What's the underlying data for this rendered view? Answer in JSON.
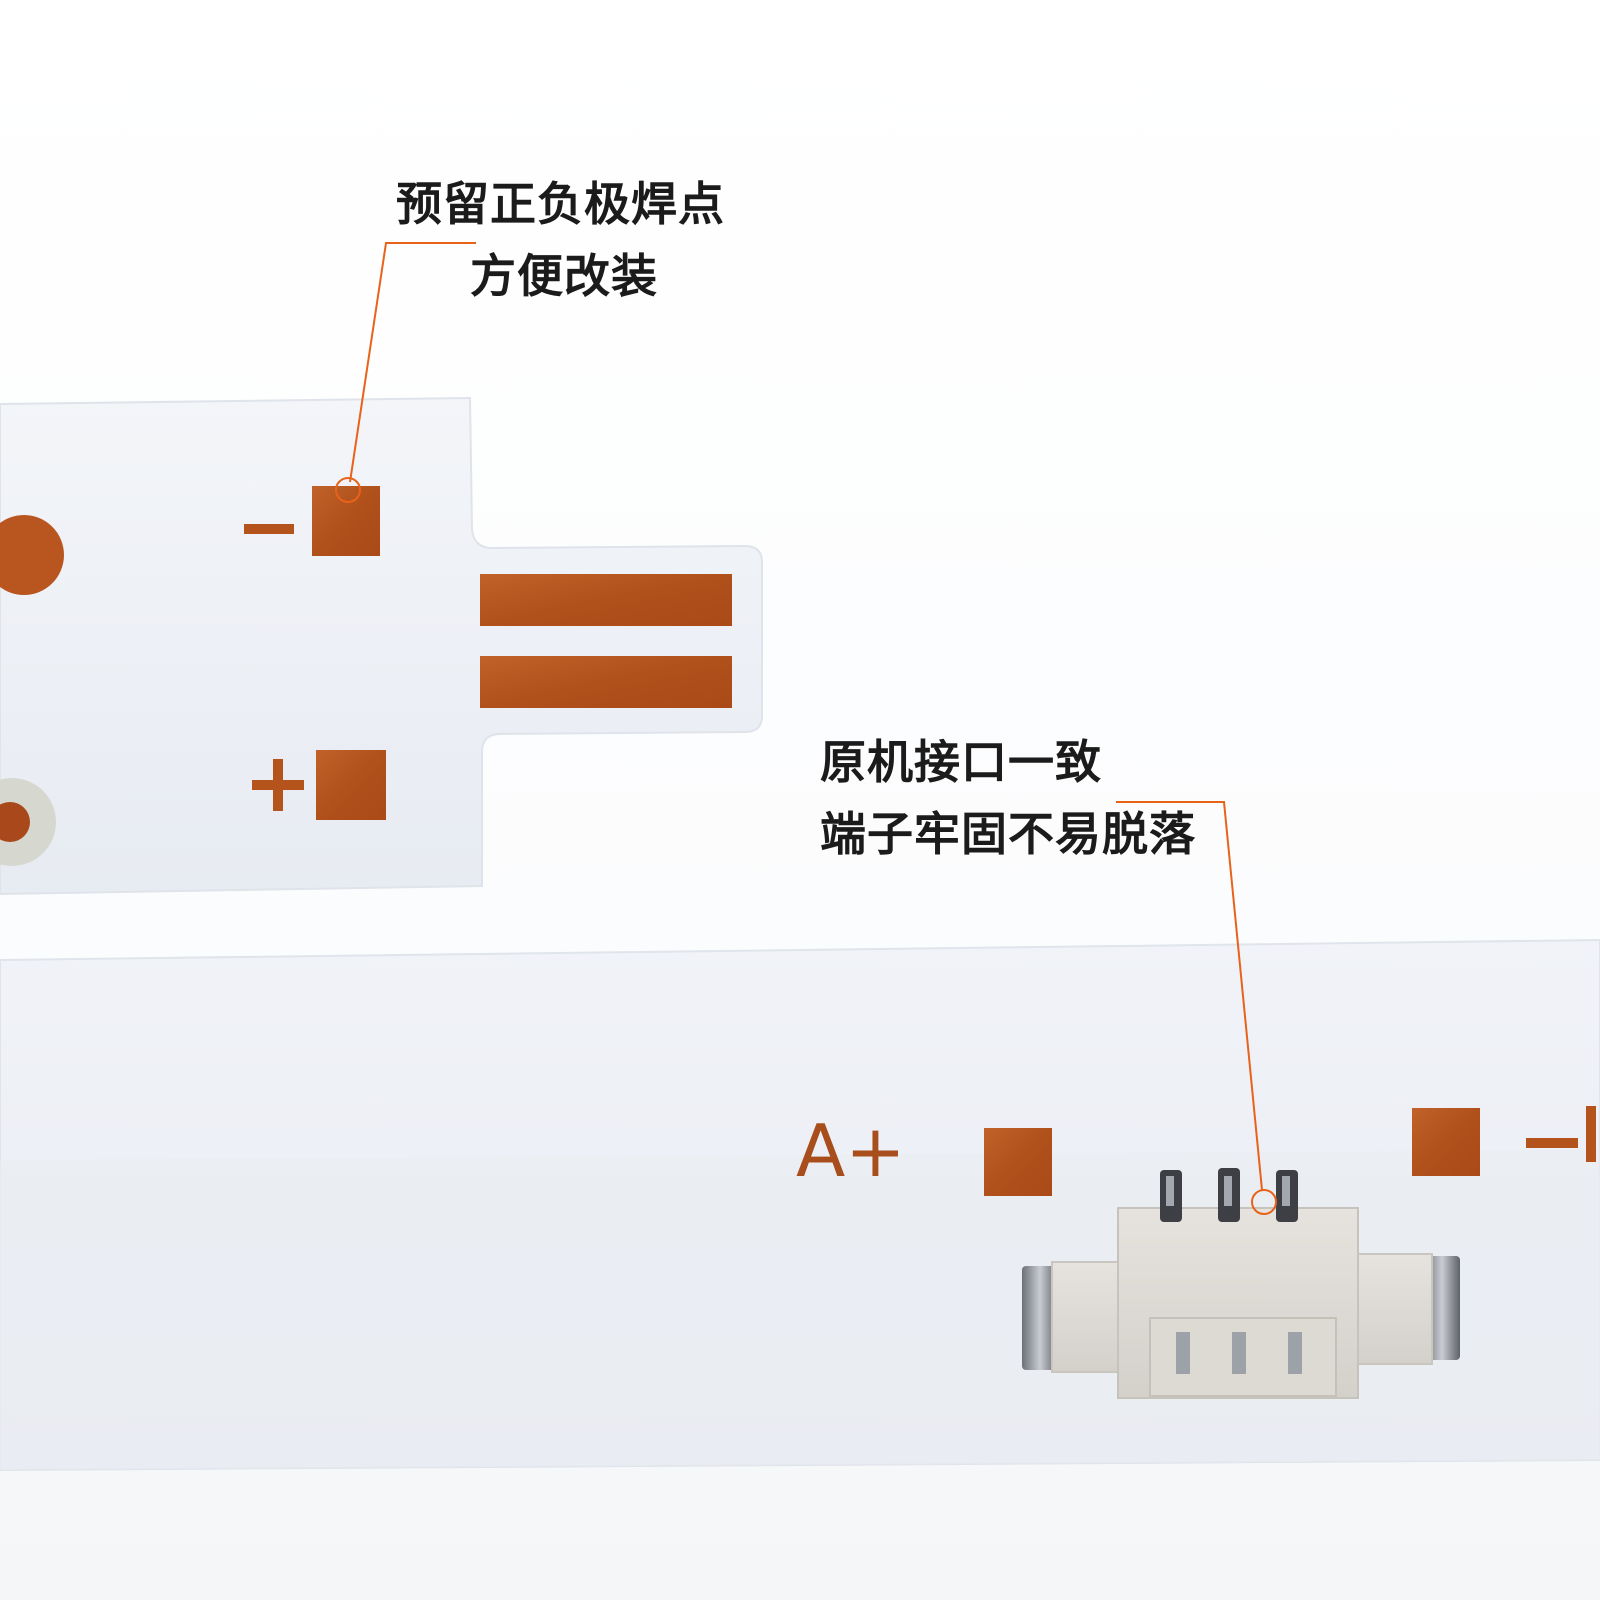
{
  "callouts": {
    "top": {
      "line1": "预留正负极焊点",
      "line2": "方便改装"
    },
    "bottom": {
      "line1": "原机接口一致",
      "line2": "端子牢固不易脱落"
    }
  },
  "board_labels": {
    "upper_minus": "—",
    "upper_plus": "+",
    "lower_a_plus": "A+",
    "lower_minus": "—k"
  },
  "colors": {
    "leader_line": "#e8621a",
    "copper_pad": "#b4541c",
    "board": "#eef1f6",
    "connector": "#dcd9d4",
    "text": "#1b1b1b"
  }
}
